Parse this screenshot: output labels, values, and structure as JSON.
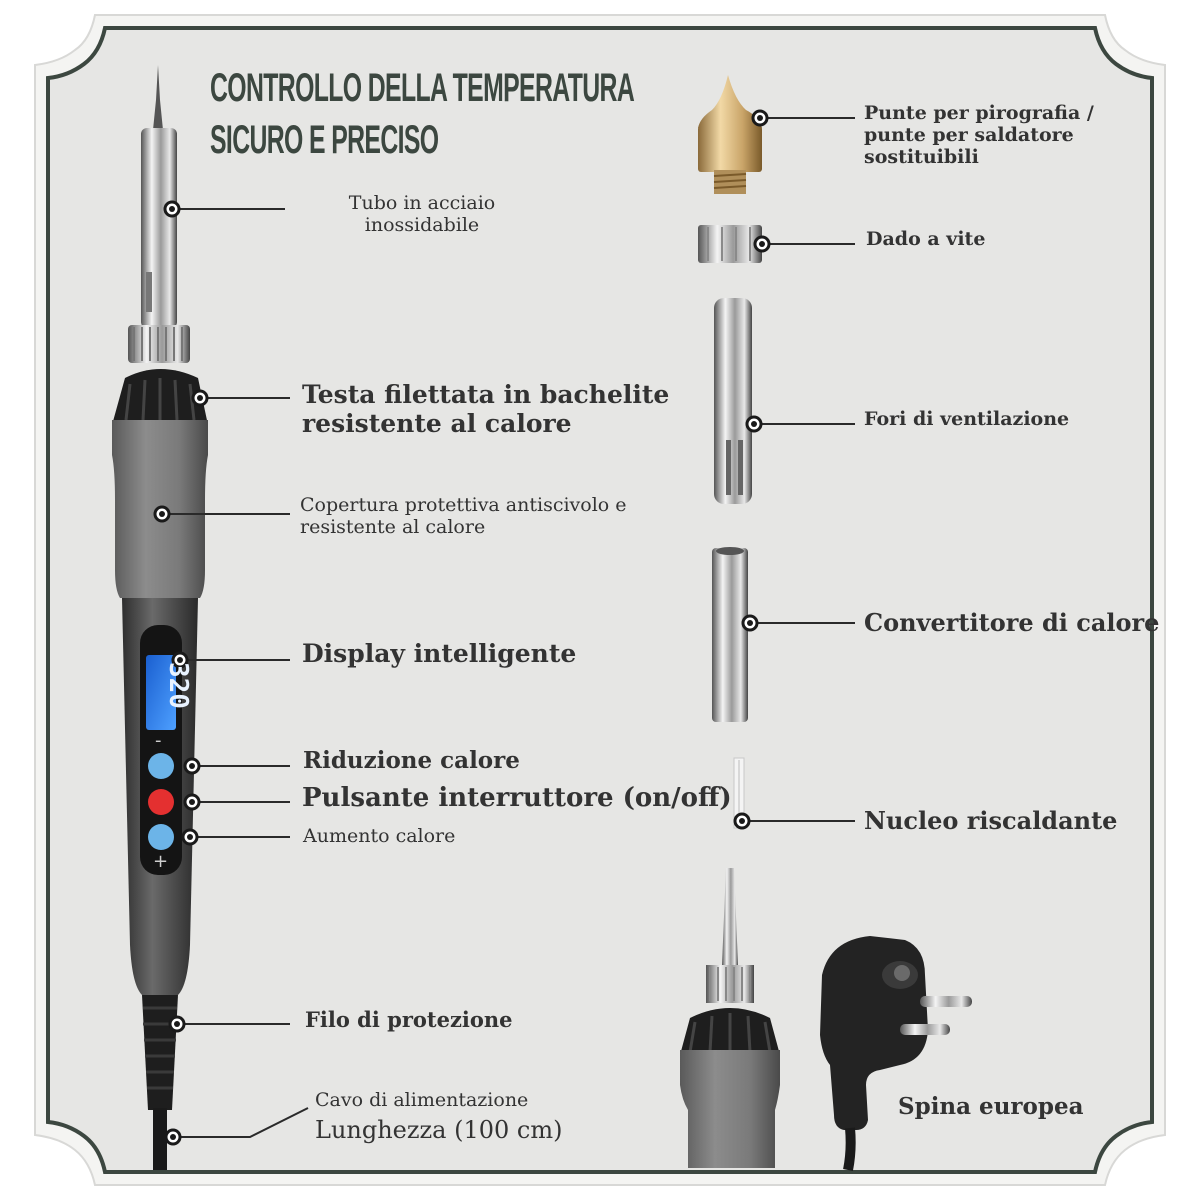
{
  "title": "CONTROLLO DELLA TEMPERATURA SICURO E PRECISO",
  "display_reading": "320",
  "display_minus": "-",
  "display_plus": "+",
  "labels": {
    "tubo": [
      "Tubo in acciaio",
      "inossidabile"
    ],
    "testa": [
      "Testa filettata in bachelite",
      "resistente al calore"
    ],
    "copertura": [
      "Copertura protettiva antiscivolo e",
      "resistente al calore"
    ],
    "display": "Display intelligente",
    "riduzione": "Riduzione calore",
    "pulsante": "Pulsante interruttore (on/off)",
    "aumento": "Aumento calore",
    "filo": "Filo di protezione",
    "cavo": "Cavo di alimentazione",
    "lunghezza": "Lunghezza (100 cm)",
    "punte": [
      "Punte per pirografia /",
      "punte per saldatore",
      "sostituibili"
    ],
    "dado": "Dado a vite",
    "fori": "Fori di ventilazione",
    "convertitore": "Convertitore di calore",
    "nucleo": "Nucleo riscaldante",
    "spina": "Spina europea"
  },
  "colors": {
    "panel": "#e6e6e4",
    "frame": "#3c4740",
    "button_blue": "#6cb4e8",
    "button_red": "#e43030",
    "lcd": "#2a7ce6"
  }
}
